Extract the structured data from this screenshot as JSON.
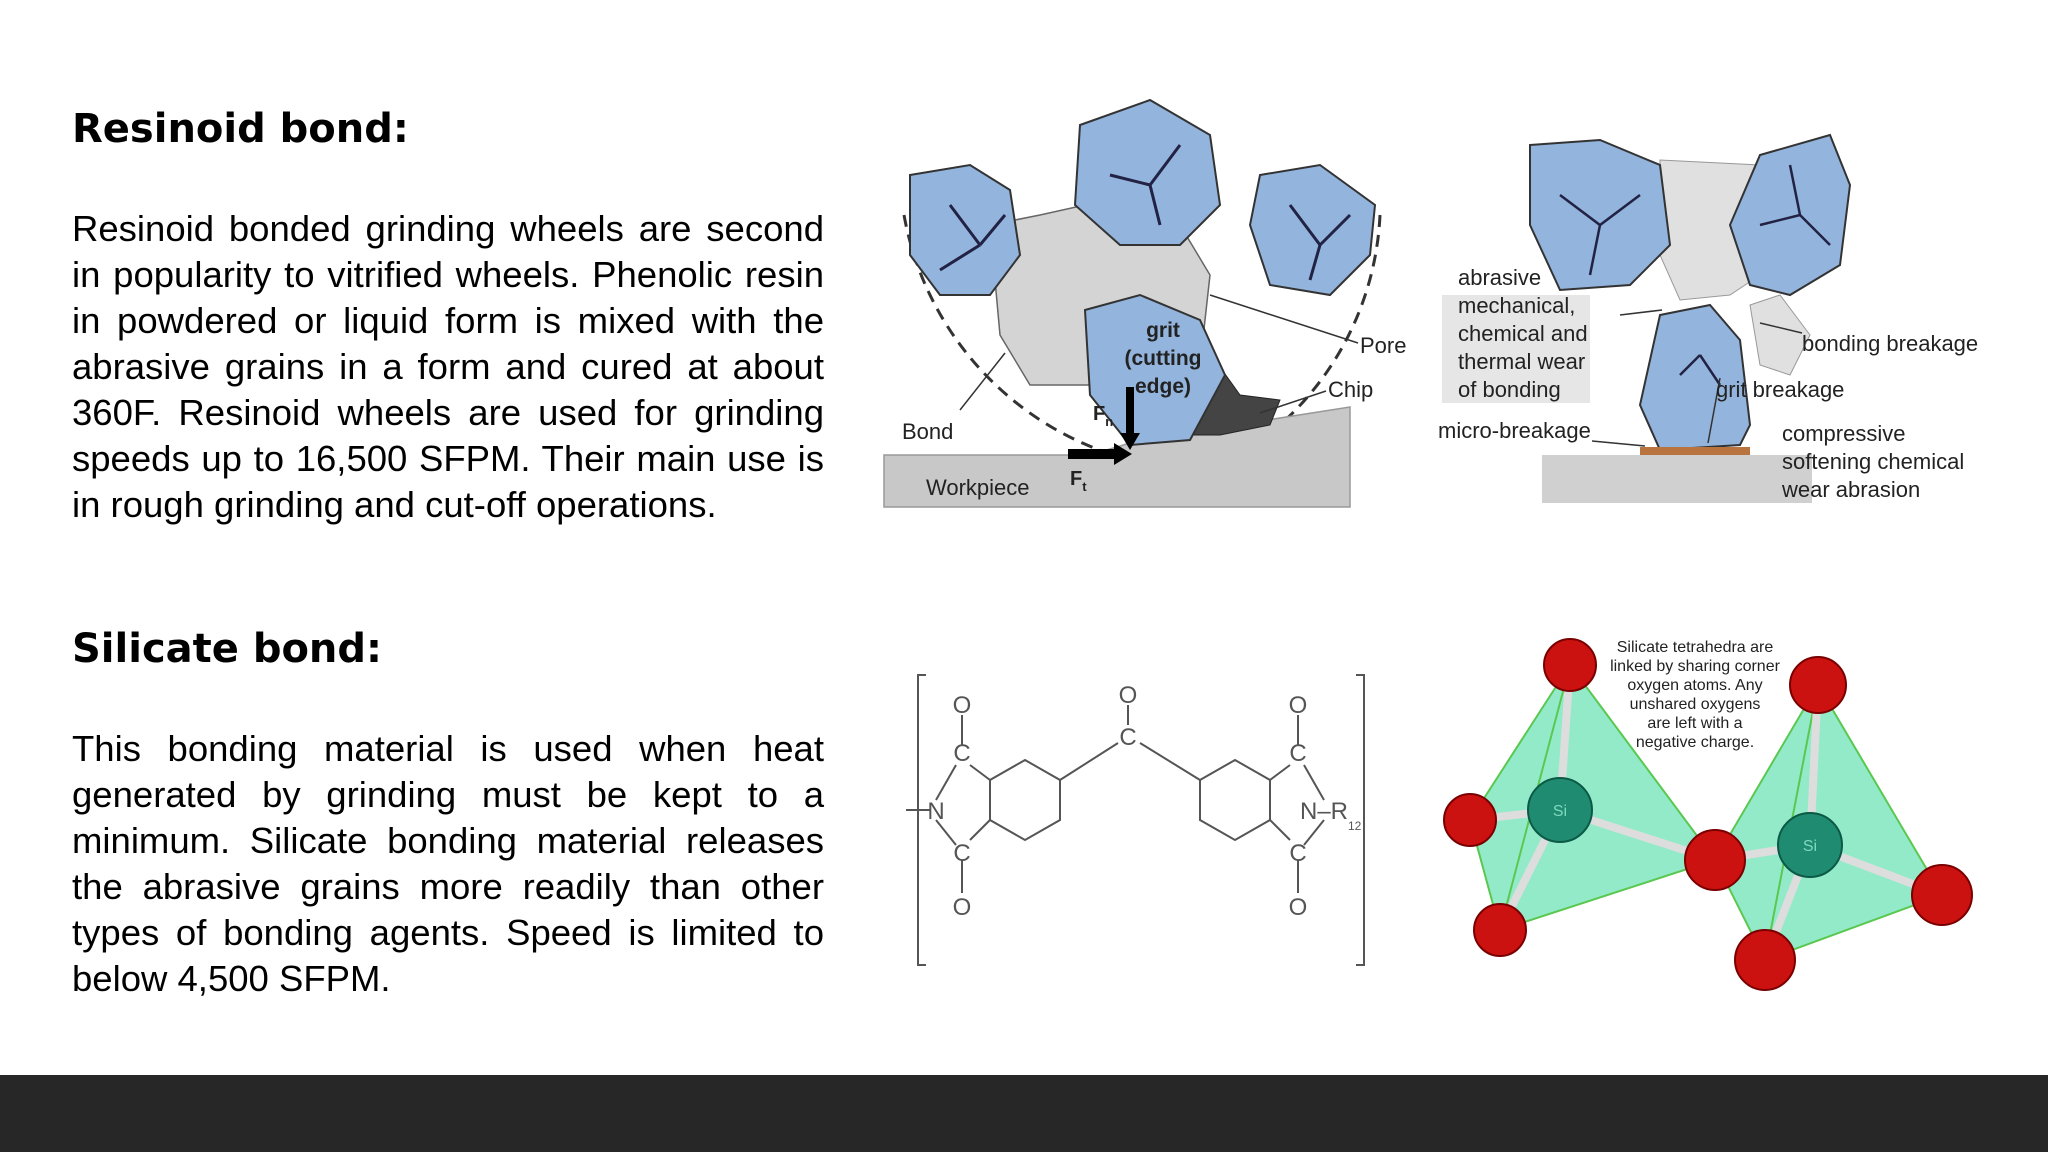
{
  "sections": [
    {
      "heading": "Resinoid bond:",
      "body": "Resinoid bonded grinding wheels are second in popularity to vitrified wheels. Phenolic resin in powdered or liquid form is mixed with the abrasive grains in a form and cured at about 360F. Resinoid wheels are used for grinding speeds up to 16,500 SFPM. Their main use is in rough grinding and cut-off operations."
    },
    {
      "heading": "Silicate bond:",
      "body": "This bonding material is used when heat generated by grinding must be kept to a minimum. Silicate bonding material releases the abrasive grains more readily than other types of bonding agents. Speed is limited to below 4,500 SFPM."
    }
  ],
  "figure_grinding": {
    "grit_line1": "grit",
    "grit_line2": "(cutting",
    "grit_line3": "edge)",
    "pore": "Pore",
    "chip": "Chip",
    "bond": "Bond",
    "workpiece": "Workpiece",
    "fn": "F",
    "fn_sub": "n",
    "ft": "F",
    "ft_sub": "t"
  },
  "figure_wear": {
    "abrasive_1": "abrasive",
    "abrasive_2": "mechanical,",
    "abrasive_3": "chemical and",
    "abrasive_4": "thermal wear",
    "abrasive_5": "of bonding",
    "bonding_breakage": "bonding breakage",
    "grit_breakage": "grit breakage",
    "micro_breakage": "micro-breakage",
    "compressive_1": "compressive",
    "compressive_2": "softening chemical",
    "compressive_3": "wear abrasion"
  },
  "figure_polyimide": {
    "o": "O",
    "c": "C",
    "n": "N",
    "n_r": "N–R",
    "sub": "12"
  },
  "figure_silicate": {
    "note_1": "Silicate tetrahedra are",
    "note_2": "linked by sharing corner",
    "note_3": "oxygen atoms. Any",
    "note_4": "unshared oxygens",
    "note_5": "are left with a",
    "note_6": "negative charge.",
    "si": "Si"
  },
  "colors": {
    "grain_blue": "#93b4dc",
    "bond_grey": "#d4d4d4",
    "workpiece_grey": "#c8c8c8",
    "tetra_green": "#6fe3b7",
    "oxygen_red": "#cc1111",
    "footer": "#272727"
  }
}
